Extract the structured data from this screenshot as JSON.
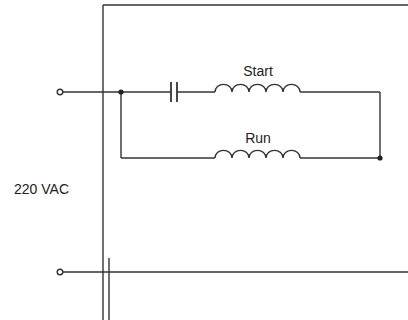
{
  "diagram": {
    "labels": [
      "Start",
      "Run",
      "220 VAC"
    ]
  }
}
